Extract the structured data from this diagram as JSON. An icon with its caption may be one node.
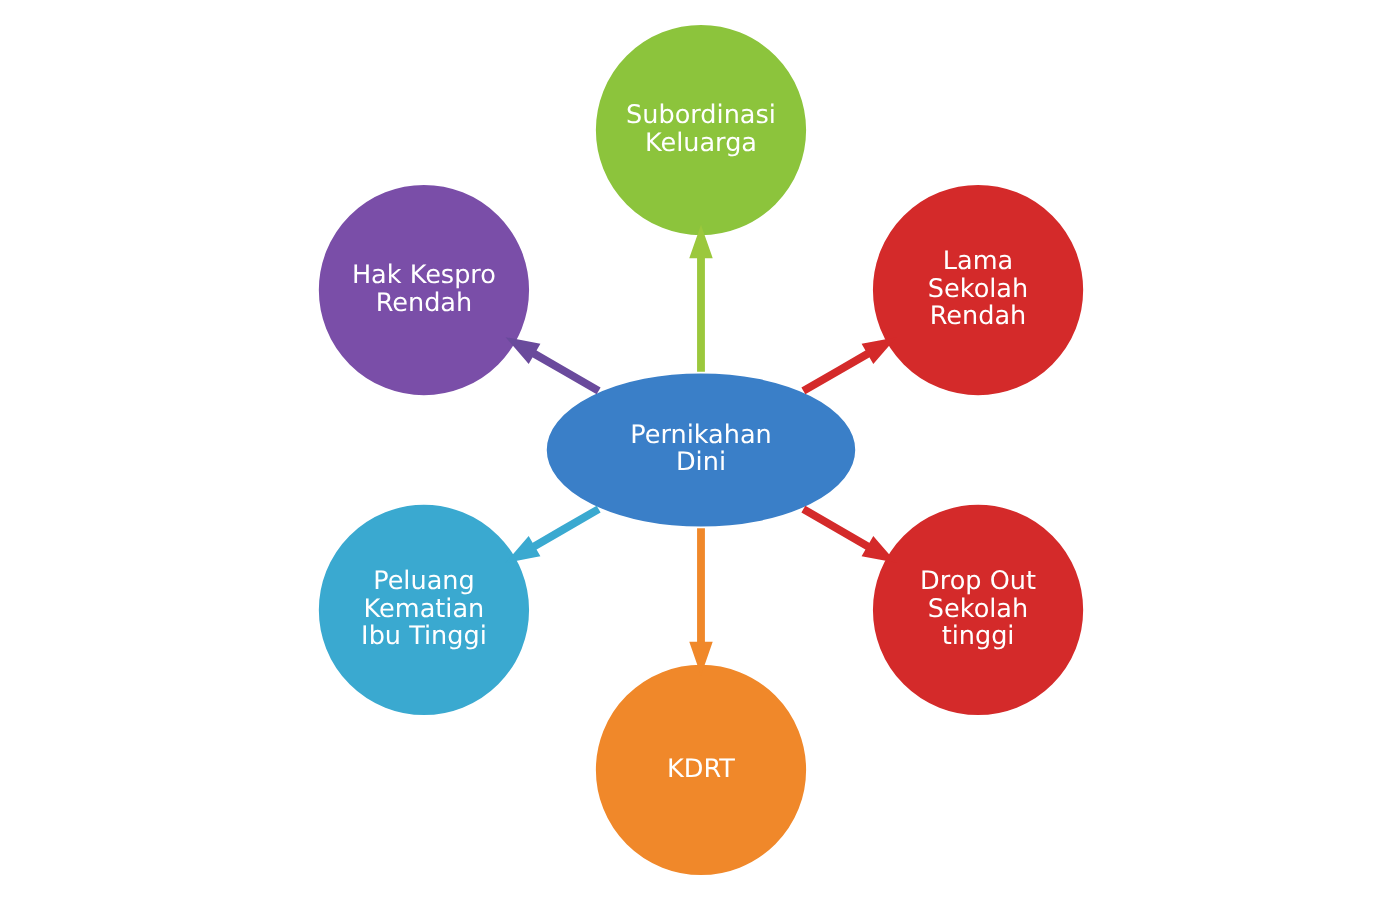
{
  "diagram": {
    "nodes": [
      {
        "text": [
          "Pernikahan Dini"
        ]
      },
      {
        "text": [
          "Lama Sekolah Rendah"
        ]
      },
      {
        "text": [
          "Subordinasi Keluarga"
        ]
      },
      {
        "text": [
          "Hak Kespro Rendah"
        ]
      },
      {
        "text": [
          "Peluang Kematian Ibu Tinggi"
        ]
      },
      {
        "text": [
          "KDRT"
        ]
      },
      {
        "text": [
          "Drop Out Sekolah tinggi"
        ]
      }
    ],
    "edges": [
      {
        "from": 0,
        "to": 1,
        "arrow": "to"
      },
      {
        "from": 0,
        "to": 2,
        "arrow": "to",
        "color": "#9bc83c"
      },
      {
        "from": 0,
        "to": 3,
        "arrow": "to",
        "color": "#6a4a9c"
      },
      {
        "from": 0,
        "to": 4,
        "arrow": "to",
        "color": "#3aa9d0"
      },
      {
        "from": 0,
        "to": 5,
        "arrow": "to",
        "color": "#f0882a"
      },
      {
        "from": 0,
        "to": 6,
        "arrow": "to"
      }
    ]
  }
}
